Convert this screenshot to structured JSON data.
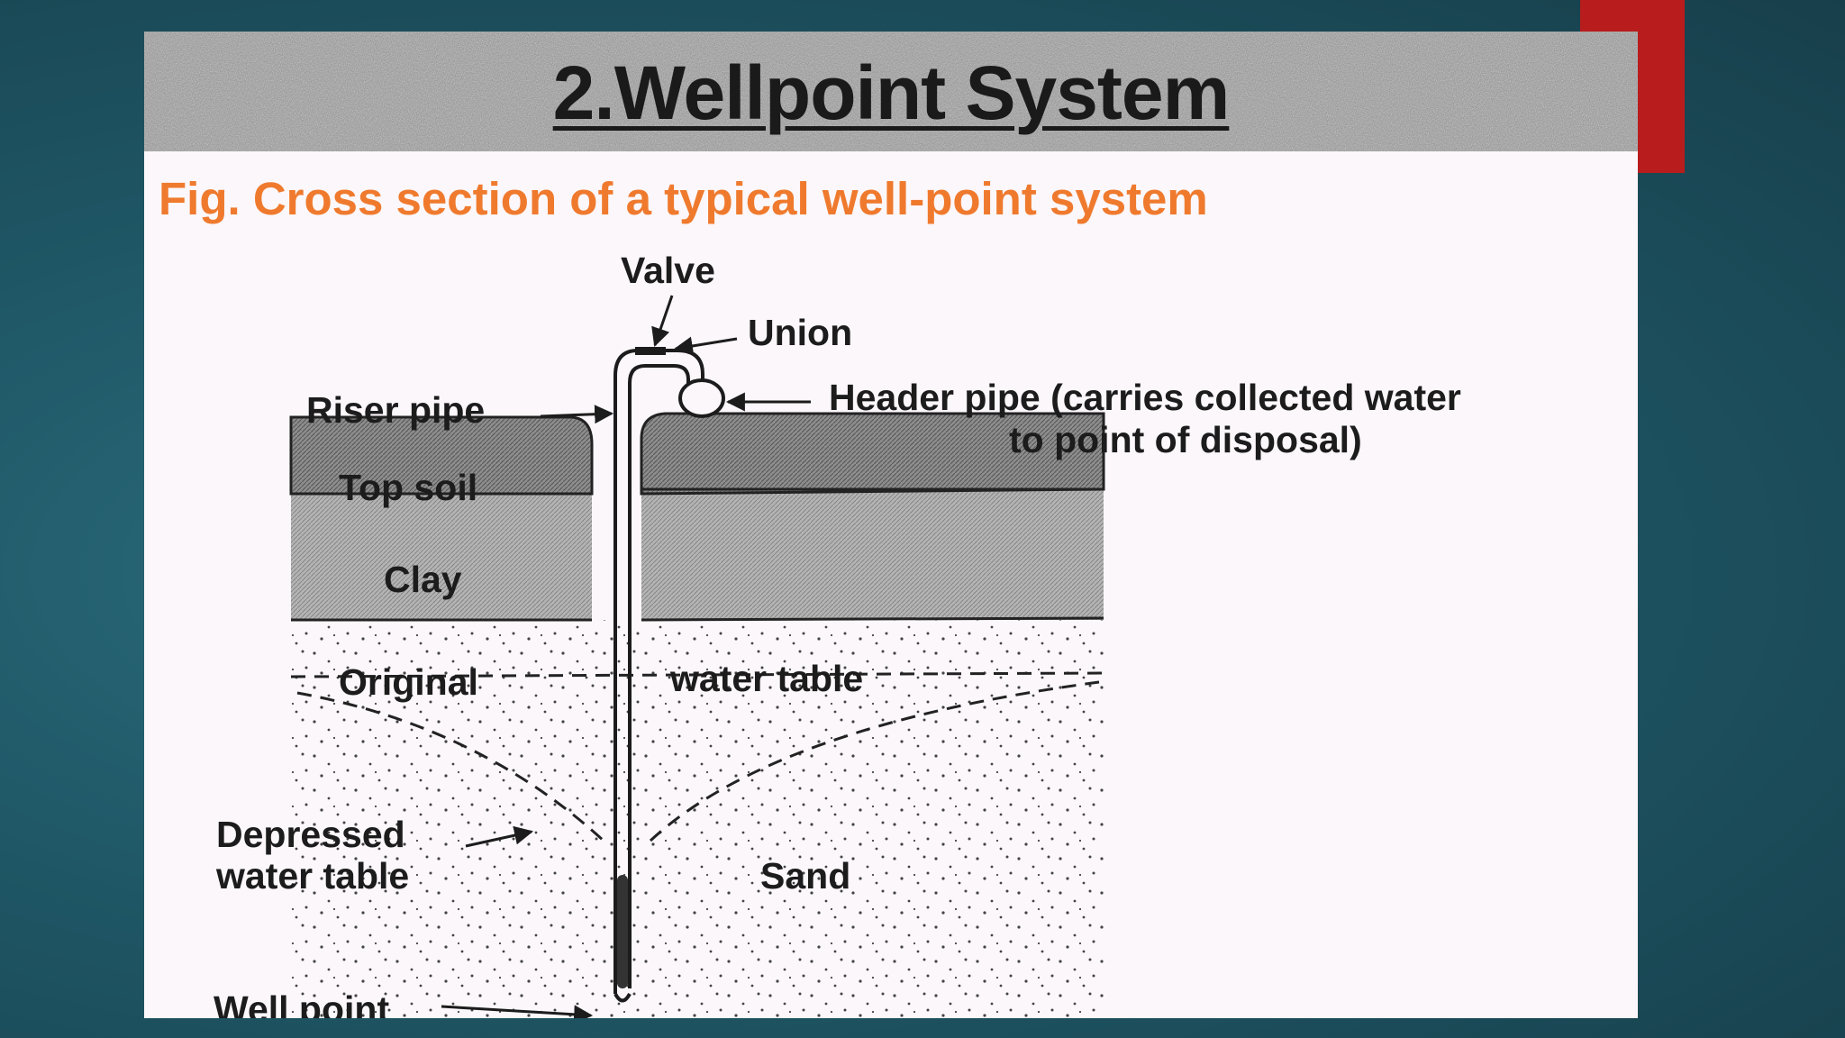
{
  "slide": {
    "title": "2.Wellpoint System",
    "figure_caption": "Fig. Cross section of a typical well-point system"
  },
  "diagram": {
    "labels": {
      "valve": "Valve",
      "union": "Union",
      "riser_pipe": "Riser pipe",
      "header_pipe_line1": "Header pipe (carries collected water",
      "header_pipe_line2": "to point of disposal)",
      "top_soil": "Top soil",
      "clay": "Clay",
      "original": "Original",
      "water_table": "water table",
      "depressed_line1": "Depressed",
      "depressed_line2": "water table",
      "sand": "Sand",
      "well_point": "Well point"
    }
  },
  "colors": {
    "background": "#1f5766",
    "accent": "#b81c1c",
    "caption": "#ef7a2e",
    "slide": "#fbf7fa"
  }
}
